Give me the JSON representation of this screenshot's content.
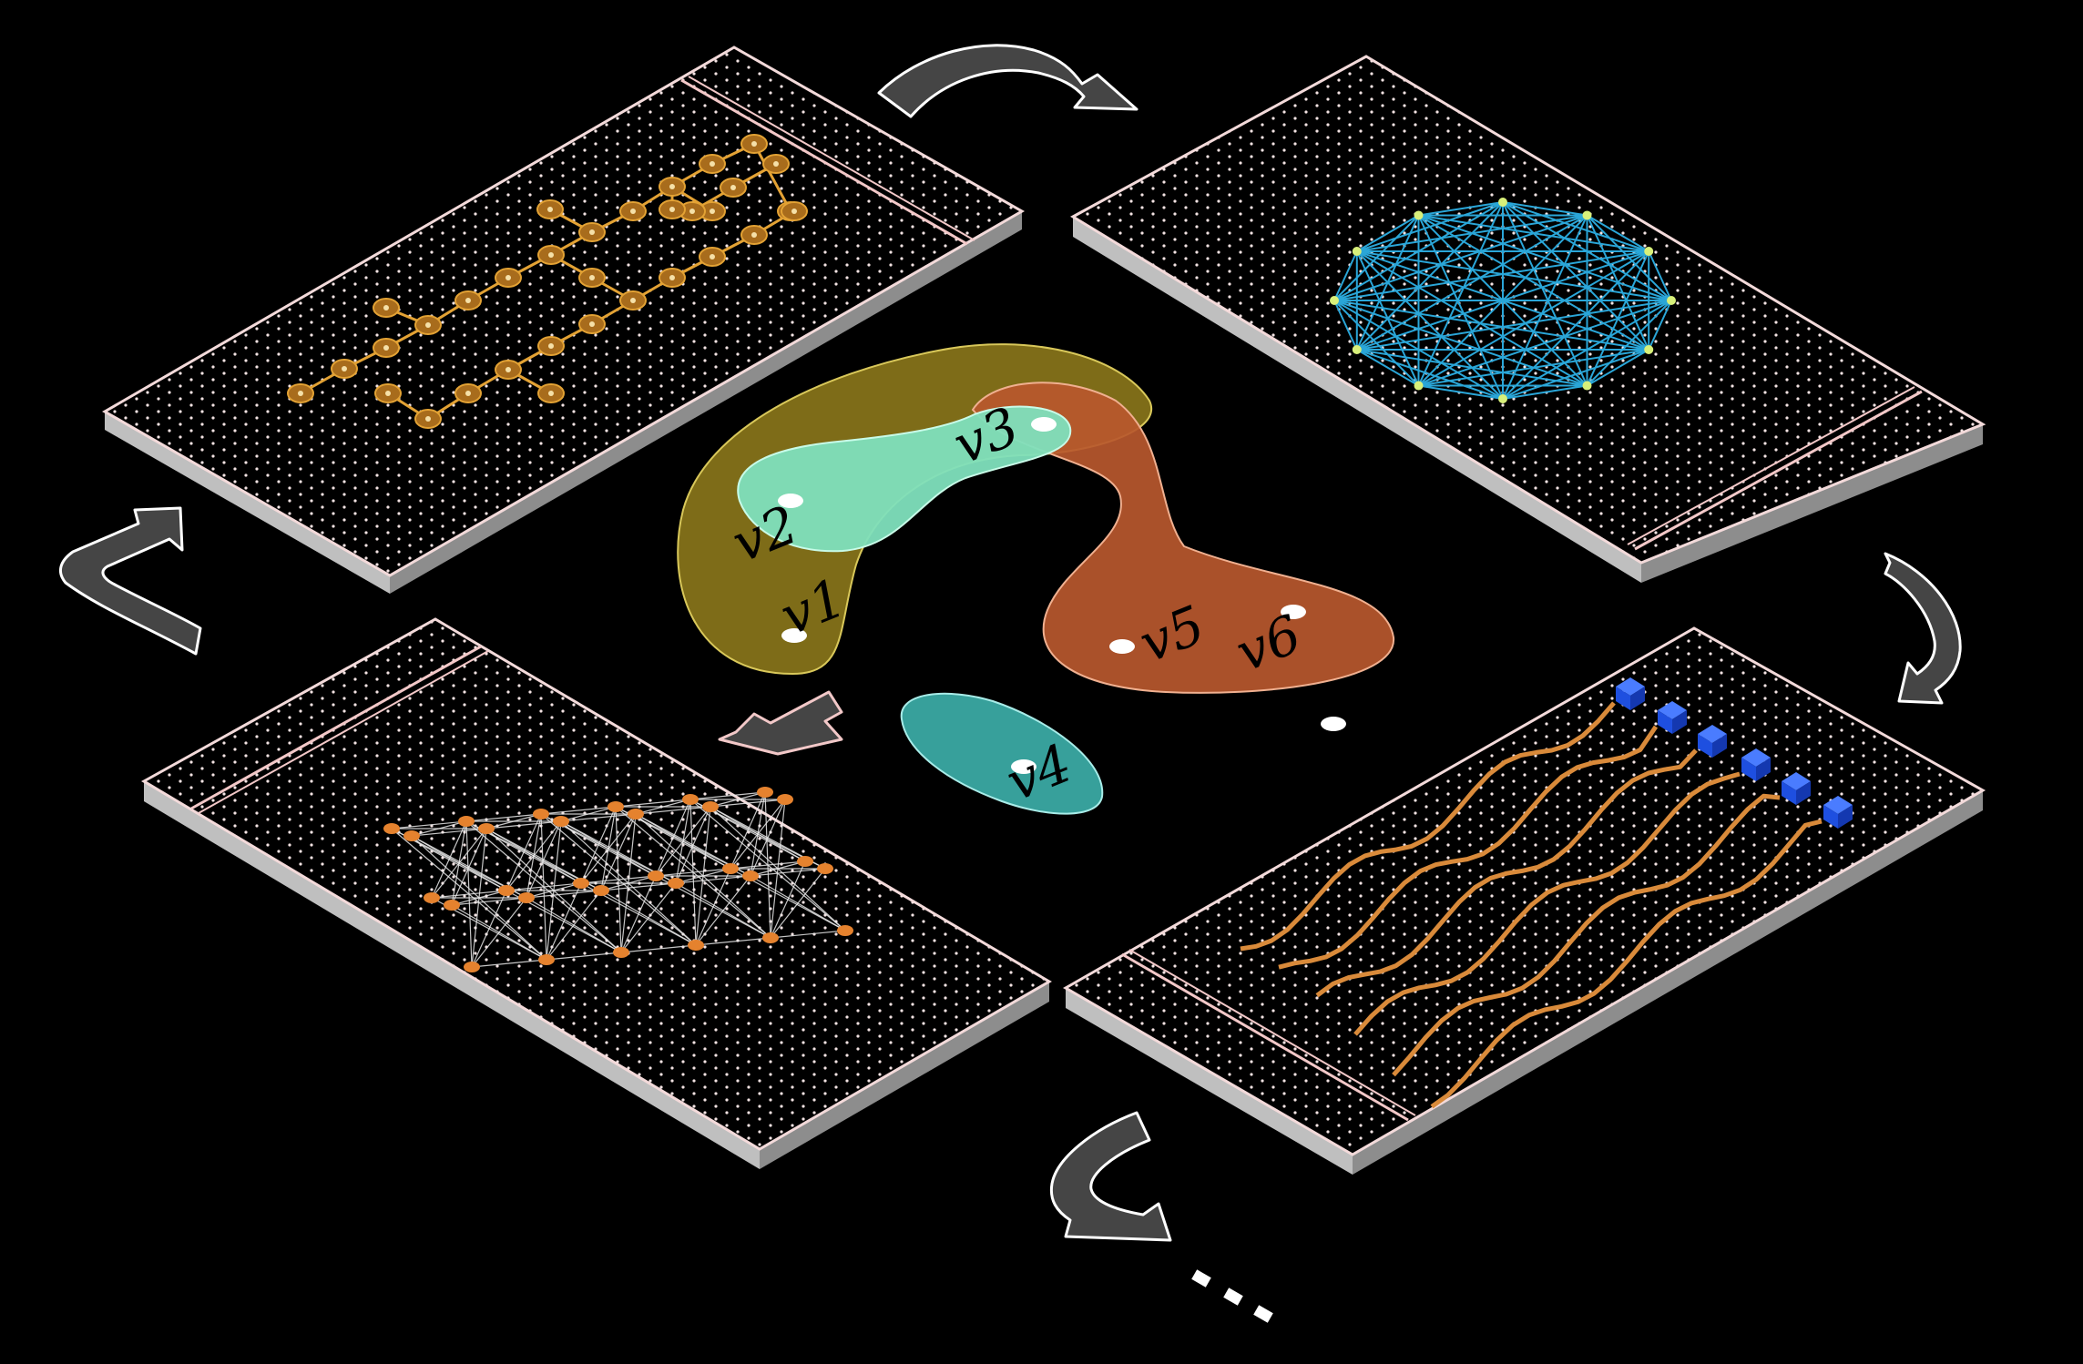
{
  "colors": {
    "background": "#000000",
    "platform_top": "#000000",
    "platform_side": "#bdbdbd",
    "platform_edge": "#f2d6d6",
    "arrow_fill": "#454545",
    "arrow_stroke": "#ffffff",
    "hyper_olive": "#857219",
    "hyper_mint": "#7fe0bd",
    "hyper_rust": "#b8582e",
    "hyper_teal": "#3aa9a3",
    "chain_orange": "#e3a234",
    "complete_blue": "#2aa6d8",
    "network_orange": "#e5822e",
    "wave_orange": "#d98a3a",
    "cube_blue": "#1e4fe0"
  },
  "hypergraph": {
    "vertices": [
      "v1",
      "v2",
      "v3",
      "v4",
      "v5",
      "v6"
    ],
    "labels": {
      "v1": "𝑣1",
      "v2": "𝑣2",
      "v3": "𝑣3",
      "v4": "𝑣4",
      "v5": "𝑣5",
      "v6": "𝑣6"
    },
    "hyperedges": [
      {
        "name": "olive",
        "members": [
          "v1",
          "v2",
          "v3"
        ]
      },
      {
        "name": "mint",
        "members": [
          "v2",
          "v3"
        ]
      },
      {
        "name": "rust",
        "members": [
          "v3",
          "v5",
          "v6"
        ]
      },
      {
        "name": "teal",
        "members": [
          "v4"
        ]
      }
    ],
    "isolated_vertices": 1
  },
  "panels": [
    {
      "name": "chain-graph-panel",
      "content": "chain-of-nodes"
    },
    {
      "name": "complete-graph-panel",
      "content": "complete-graph"
    },
    {
      "name": "network-graph-panel",
      "content": "layered-network"
    },
    {
      "name": "waveguide-panel",
      "content": "waveguides-with-cubes"
    }
  ],
  "continuation": "...",
  "icons": [
    "curved-arrow-icon",
    "straight-arrow-icon"
  ]
}
